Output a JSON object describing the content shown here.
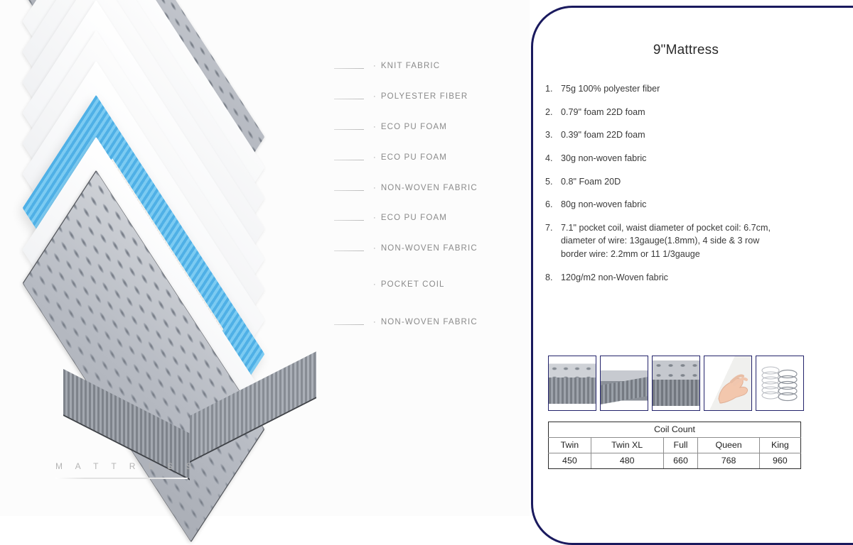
{
  "left": {
    "brand": "M A T T R E S S",
    "layers": [
      {
        "label": "KNIT FABRIC",
        "bullet": "·"
      },
      {
        "label": "POLYESTER FIBER",
        "bullet": "·"
      },
      {
        "label": "ECO PU FOAM",
        "bullet": "·"
      },
      {
        "label": "ECO PU FOAM",
        "bullet": "·"
      },
      {
        "label": "NON-WOVEN FABRIC",
        "bullet": "·"
      },
      {
        "label": "ECO PU FOAM",
        "bullet": "·"
      },
      {
        "label": "NON-WOVEN FABRIC",
        "bullet": "·"
      },
      {
        "label": "POCKET COIL",
        "bullet": "·"
      },
      {
        "label": "NON-WOVEN FABRIC",
        "bullet": "·"
      }
    ]
  },
  "right": {
    "title": "9\"Mattress",
    "specs": [
      {
        "num": "1.",
        "lines": [
          "75g 100% polyester fiber"
        ]
      },
      {
        "num": "2.",
        "lines": [
          "0.79\" foam 22D foam"
        ]
      },
      {
        "num": "3.",
        "lines": [
          "0.39\" foam 22D foam"
        ]
      },
      {
        "num": "4.",
        "lines": [
          "30g non-woven fabric"
        ]
      },
      {
        "num": "5.",
        "lines": [
          "0.8\" Foam 20D"
        ]
      },
      {
        "num": "6.",
        "lines": [
          "80g non-woven fabric"
        ]
      },
      {
        "num": "7.",
        "lines": [
          "7.1\" pocket coil, waist diameter of pocket coil: 6.7cm,",
          "diameter of wire: 13gauge(1.8mm),  4 side & 3 row",
          "border wire: 2.2mm or 11 1/3gauge"
        ]
      },
      {
        "num": "8.",
        "lines": [
          "120g/m2 non-Woven fabric"
        ]
      }
    ],
    "thumbnails": [
      {
        "name": "mattress-front-corner"
      },
      {
        "name": "mattress-angled-corner"
      },
      {
        "name": "mattress-side-corner"
      },
      {
        "name": "hand-pressing-foam"
      },
      {
        "name": "pocket-spring-row"
      }
    ],
    "coil_table": {
      "title": "Coil Count",
      "headers": [
        "Twin",
        "Twin XL",
        "Full",
        "Queen",
        "King"
      ],
      "values": [
        "450",
        "480",
        "660",
        "768",
        "960"
      ]
    }
  },
  "colors": {
    "navy": "#1a1a5e",
    "coil_blue": "#5bb6e8",
    "label_gray": "#8a8a8a"
  }
}
